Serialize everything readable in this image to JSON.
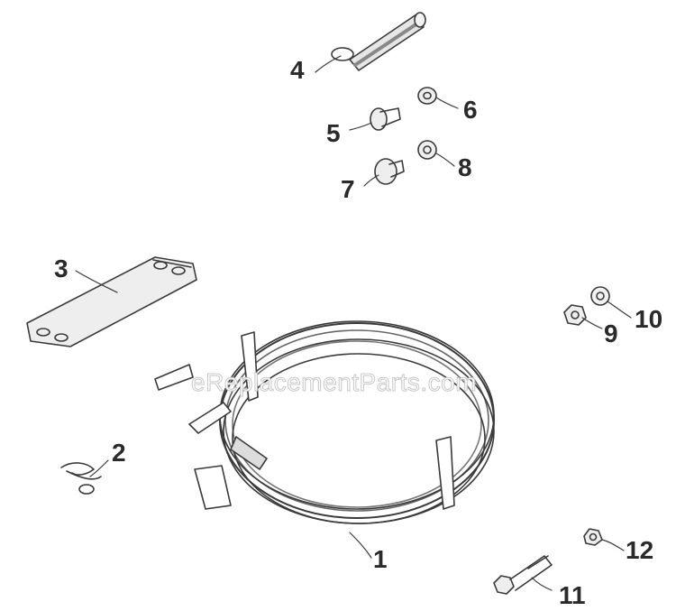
{
  "callouts": {
    "c1": "1",
    "c2": "2",
    "c3": "3",
    "c4": "4",
    "c5": "5",
    "c6": "6",
    "c7": "7",
    "c8": "8",
    "c9": "9",
    "c10": "10",
    "c11": "11",
    "c12": "12"
  },
  "watermark": "eReplacementParts.com"
}
